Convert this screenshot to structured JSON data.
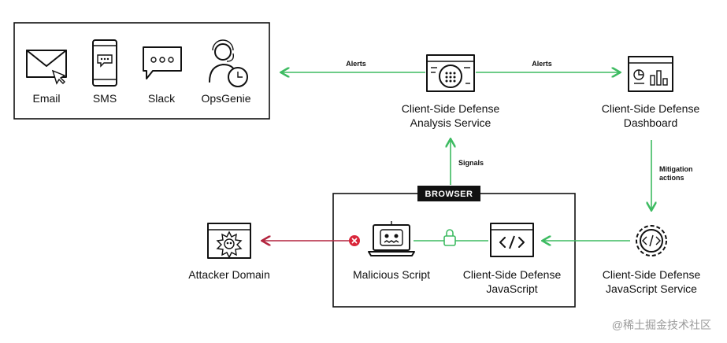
{
  "notification_channels": {
    "items": [
      {
        "label": "Email",
        "icon": "envelope-icon"
      },
      {
        "label": "SMS",
        "icon": "phone-sms-icon"
      },
      {
        "label": "Slack",
        "icon": "chat-bubble-icon"
      },
      {
        "label": "OpsGenie",
        "icon": "operator-clock-icon"
      }
    ]
  },
  "nodes": {
    "analysis_service": {
      "line1": "Client-Side Defense",
      "line2": "Analysis Service",
      "icon": "analysis-scan-icon"
    },
    "dashboard": {
      "line1": "Client-Side Defense",
      "line2": "Dashboard",
      "icon": "dashboard-chart-icon"
    },
    "js_service": {
      "line1": "Client-Side Defense",
      "line2": "JavaScript Service",
      "icon": "gear-code-icon"
    },
    "csd_javascript": {
      "line1": "Client-Side Defense",
      "line2": "JavaScript",
      "icon": "code-window-icon"
    },
    "malicious_script": {
      "line1": "Malicious Script",
      "icon": "malicious-laptop-icon"
    },
    "attacker_domain": {
      "line1": "Attacker Domain",
      "icon": "skull-browser-icon"
    }
  },
  "browser_box": {
    "badge": "BROWSER"
  },
  "edges": {
    "alerts_left": "Alerts",
    "alerts_right": "Alerts",
    "signals": "Signals",
    "mitigation_line1": "Mitigation",
    "mitigation_line2": "actions"
  },
  "colors": {
    "green": "#3dbb61",
    "red": "#b3243e",
    "block_icon": "#d9263a",
    "ink": "#111111"
  },
  "watermark": "@稀土掘金技术社区"
}
